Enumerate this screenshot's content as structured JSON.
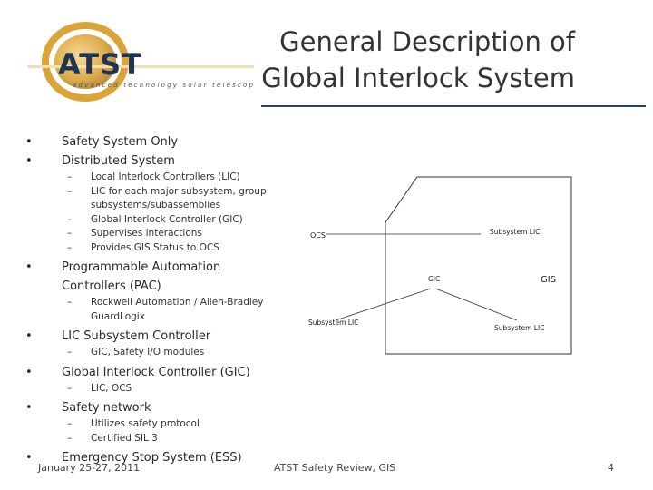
{
  "logo": {
    "text": "ATST",
    "tagline": "advanced technology solar telescope"
  },
  "slide": {
    "title_line1": "General Description of",
    "title_line2": "Global Interlock System"
  },
  "bullets": [
    {
      "text": "Safety System Only",
      "subs": []
    },
    {
      "text": "Distributed System",
      "subs": [
        "Local Interlock Controllers (LIC)",
        "LIC for each major subsystem, group",
        "subsystems/subassemblies",
        "Global Interlock Controller (GIC)",
        "Supervises interactions",
        "Provides GIS Status to OCS"
      ]
    },
    {
      "text": "Programmable Automation",
      "text2": "Controllers (PAC)",
      "subs": [
        "Rockwell Automation / Allen-Bradley",
        "GuardLogix"
      ]
    },
    {
      "text": "LIC Subsystem Controller",
      "subs": [
        "GIC, Safety I/O modules"
      ]
    },
    {
      "text": "Global Interlock Controller (GIC)",
      "subs": [
        "LIC, OCS"
      ]
    },
    {
      "text": "Safety network",
      "subs": [
        "Utilizes safety protocol",
        "Certified SIL 3"
      ]
    },
    {
      "text": "Emergency Stop System (ESS)",
      "subs": []
    }
  ],
  "diagram": {
    "ocs": "OCS",
    "lic_top": "Subsystem LIC",
    "gic": "GIC",
    "gis": "GIS",
    "lic_left": "Subsystem LIC",
    "lic_right": "Subsystem LIC"
  },
  "footer": {
    "date": "January 25-27, 2011",
    "center": "ATST Safety Review, GIS",
    "page": "4"
  },
  "colors": {
    "title_rule": "#24455f",
    "logo_gold": "#d9a53b",
    "logo_navy": "#1f3550"
  }
}
